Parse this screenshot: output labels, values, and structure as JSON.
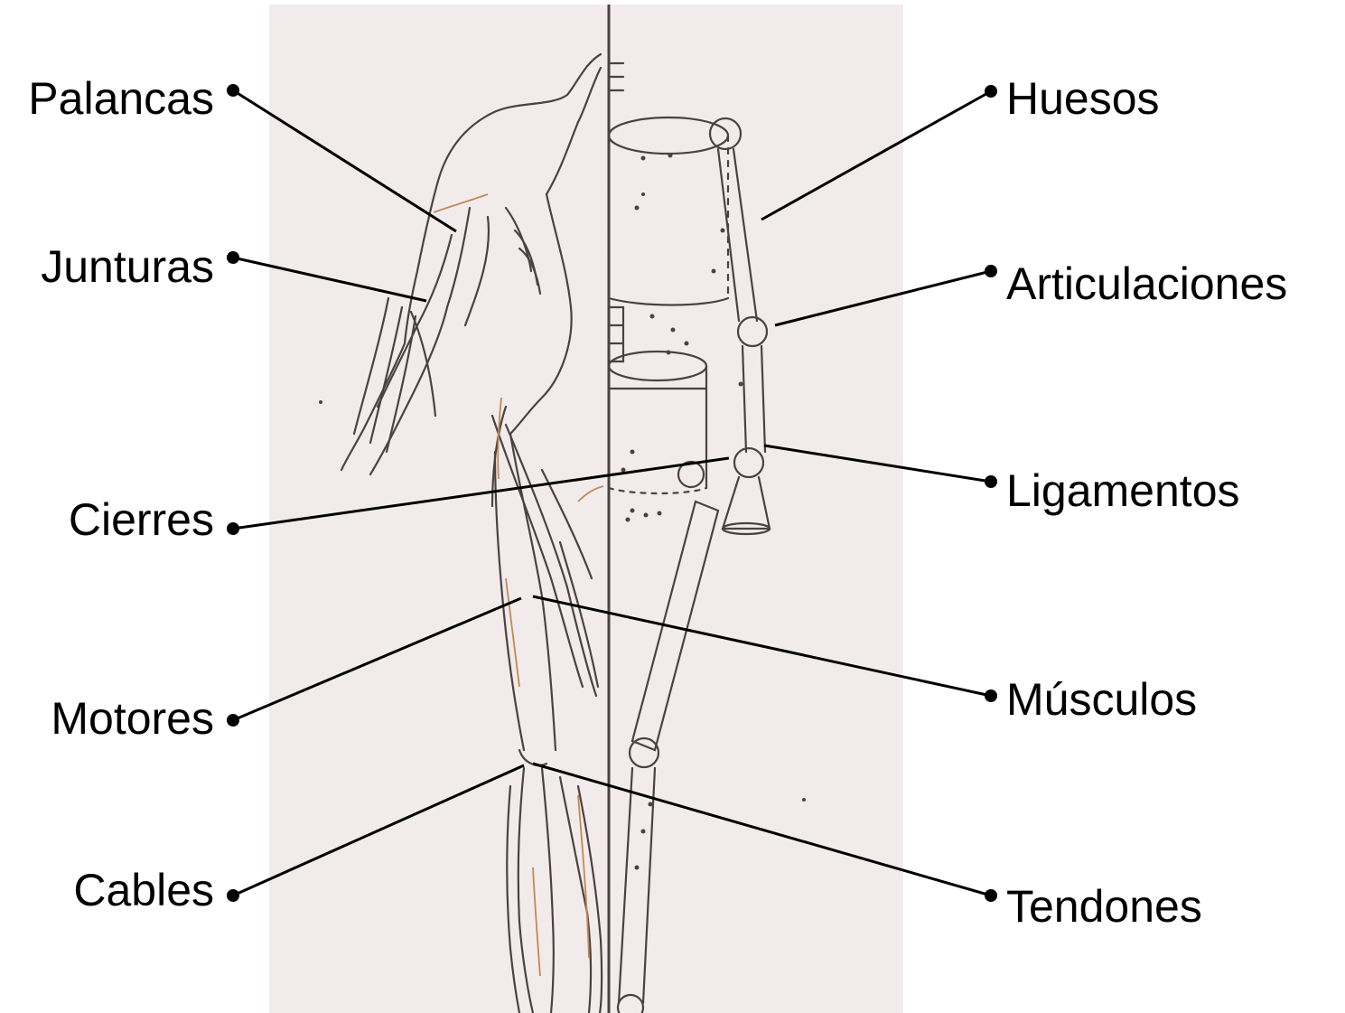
{
  "labels": {
    "left": {
      "palancas": "Palancas",
      "junturas": "Junturas",
      "cierres": "Cierres",
      "motores": "Motores",
      "cables": "Cables"
    },
    "right": {
      "huesos": "Huesos",
      "articulaciones": "Articulaciones",
      "ligamentos": "Ligamentos",
      "musculos": "Músculos",
      "tendones": "Tendones"
    }
  },
  "colors": {
    "text": "#000000",
    "leader_line": "#000000",
    "panel": "#f1eceb",
    "sketch": "#4a4242",
    "nerve": "#c08a55"
  }
}
